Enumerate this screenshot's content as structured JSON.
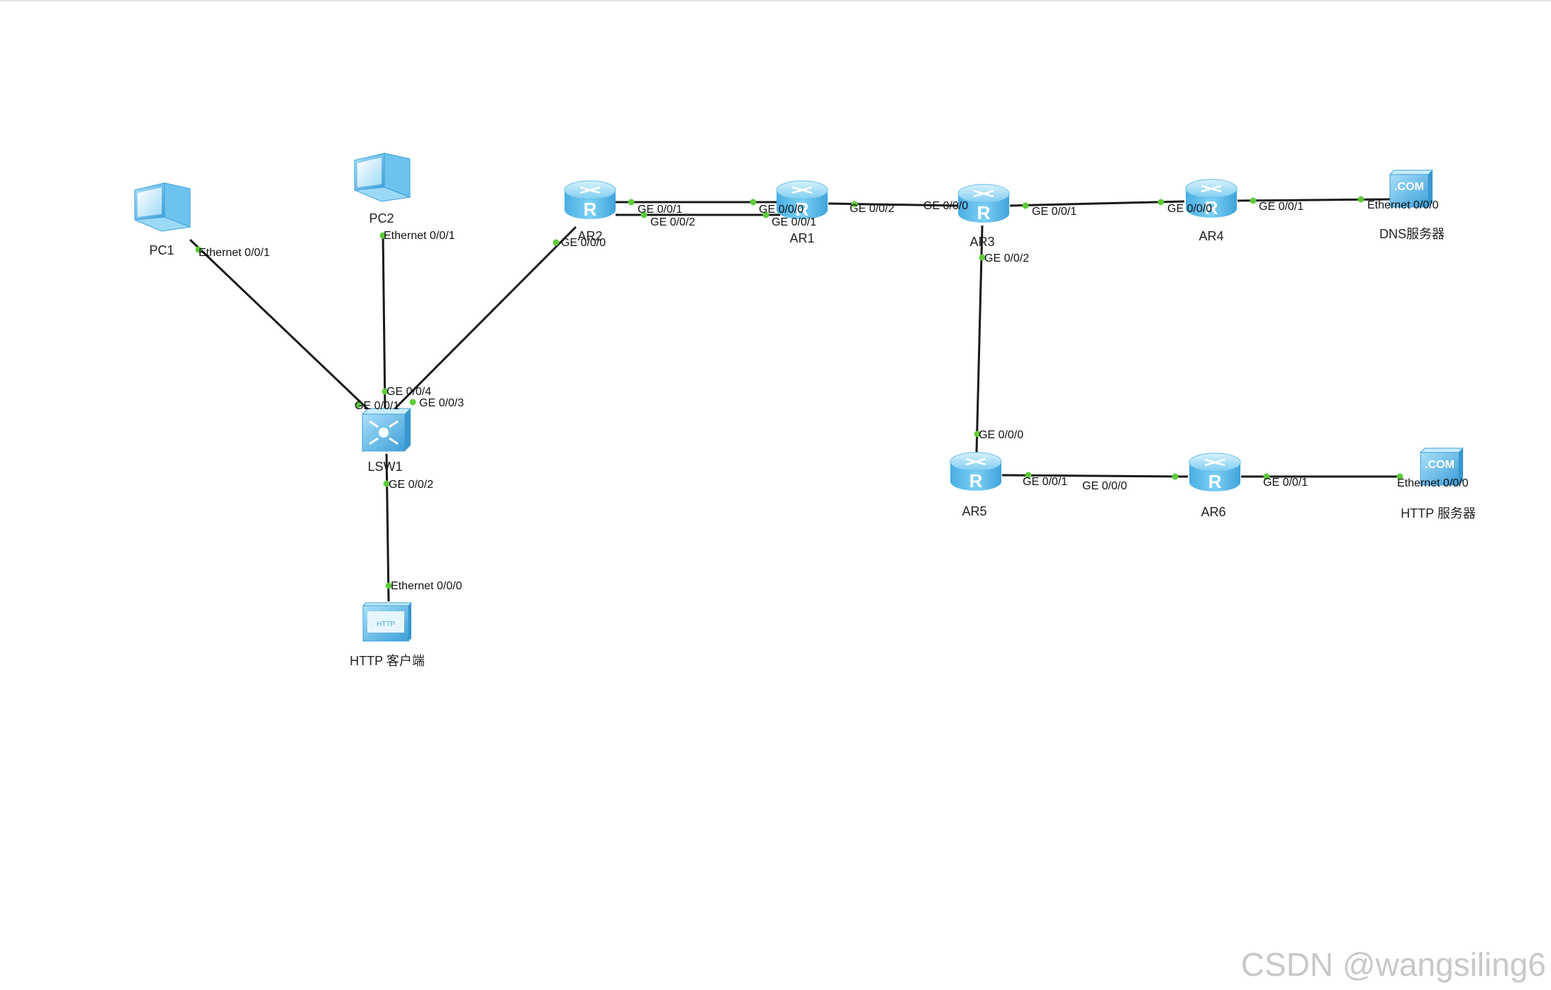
{
  "devices": {
    "pc1": {
      "label": "PC1",
      "icon": "pc-icon"
    },
    "pc2": {
      "label": "PC2",
      "icon": "pc-icon"
    },
    "lsw1": {
      "label": "LSW1",
      "icon": "switch-icon"
    },
    "http_client": {
      "label": "HTTP 客户端",
      "icon": "http-client-icon"
    },
    "ar2": {
      "label": "AR2",
      "icon": "router-icon"
    },
    "ar1": {
      "label": "AR1",
      "icon": "router-icon"
    },
    "ar3": {
      "label": "AR3",
      "icon": "router-icon"
    },
    "ar4": {
      "label": "AR4",
      "icon": "router-icon"
    },
    "ar5": {
      "label": "AR5",
      "icon": "router-icon"
    },
    "ar6": {
      "label": "AR6",
      "icon": "router-icon"
    },
    "dns_server": {
      "label": "DNS服务器",
      "icon": "server-icon"
    },
    "http_server": {
      "label": "HTTP 服务器",
      "icon": "server-icon"
    }
  },
  "ports": {
    "pc1_eth": "Ethernet 0/0/1",
    "pc2_eth": "Ethernet 0/0/1",
    "lsw1_ge001": "GE 0/0/1",
    "lsw1_ge004": "GE 0/0/4",
    "lsw1_ge003": "GE 0/0/3",
    "lsw1_ge002": "GE 0/0/2",
    "client_eth": "Ethernet 0/0/0",
    "ar2_ge000": "GE 0/0/0",
    "ar2_ge001": "GE 0/0/1",
    "ar2_ge002": "GE 0/0/2",
    "ar1_ge000": "GE 0/0/0",
    "ar1_ge001": "GE 0/0/1",
    "ar1_ge002": "GE 0/0/2",
    "ar3_ge000": "GE 0/0/0",
    "ar3_ge001": "GE 0/0/1",
    "ar3_ge002": "GE 0/0/2",
    "ar4_ge000": "GE 0/0/0",
    "ar4_ge001": "GE 0/0/1",
    "dns_eth": "Ethernet 0/0/0",
    "ar5_ge000": "GE 0/0/0",
    "ar5_ge001": "GE 0/0/1",
    "ar6_ge000": "GE 0/0/0",
    "ar6_ge001": "GE 0/0/1",
    "http_eth": "Ethernet 0/0/0"
  },
  "icon_texts": {
    "router": "R",
    "server": ".COM",
    "http": "HTTP"
  },
  "watermark": "CSDN @wangsiling6",
  "colors": {
    "device_blue": "#55b7ea",
    "device_light": "#bfe7fb",
    "link": "#1a1a1a",
    "port_dot": "#5dcb3a"
  }
}
